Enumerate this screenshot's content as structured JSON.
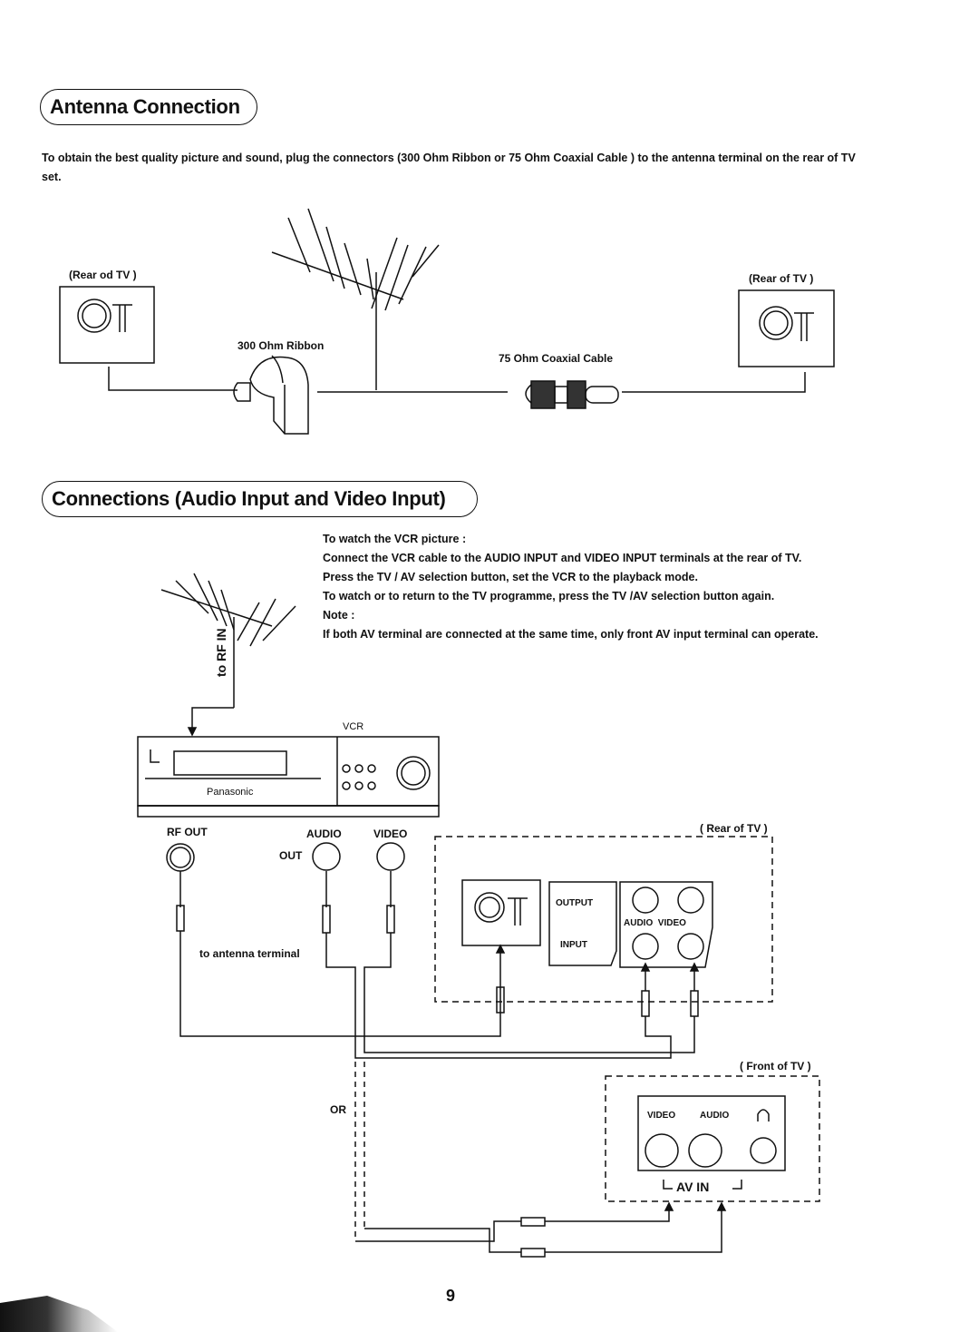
{
  "antenna_section": {
    "title": "Antenna Connection",
    "intro": "To obtain the best quality picture and sound, plug the connectors (300 Ohm Ribbon or 75 Ohm Coaxial Cable ) to the antenna terminal on the rear of TV set.",
    "left_tv_label": "(Rear od TV )",
    "right_tv_label": "(Rear of TV )",
    "ribbon_label": "300 Ohm Ribbon",
    "coaxial_label": "75 Ohm Coaxial Cable"
  },
  "connections_section": {
    "title": "Connections (Audio Input and Video Input)",
    "instructions": [
      "To watch the VCR picture :",
      "Connect the VCR cable to the AUDIO INPUT and VIDEO INPUT terminals at the rear of TV.",
      "Press the TV / AV selection button, set the VCR to the playback mode.",
      "To watch or to return to the TV programme, press the TV /AV selection button again.",
      "Note :",
      "If both AV terminal are connected at the same time, only front AV input terminal can operate."
    ],
    "to_rf_in": "to RF IN",
    "vcr_label": "VCR",
    "vcr_brand": "Panasonic",
    "rf_out": "RF OUT",
    "audio": "AUDIO",
    "video": "VIDEO",
    "out": "OUT",
    "to_antenna_terminal": "to antenna terminal",
    "rear_of_tv": "( Rear of TV )",
    "output": "OUTPUT",
    "input": "INPUT",
    "audio_video": "AUDIO  VIDEO",
    "or": "OR",
    "front_of_tv": "( Front of TV )",
    "front_video": "VIDEO",
    "front_audio": "AUDIO",
    "av_in": "AV IN"
  },
  "page_number": "9"
}
